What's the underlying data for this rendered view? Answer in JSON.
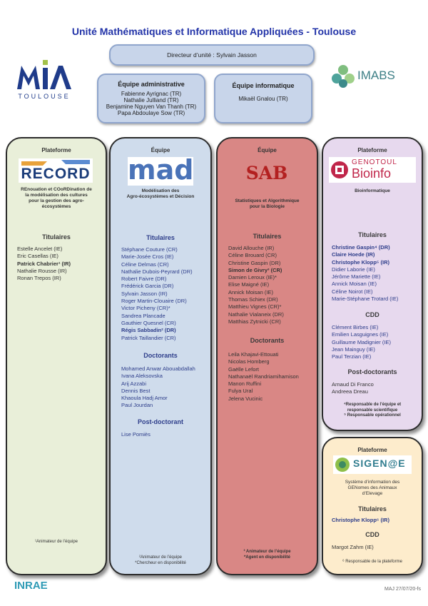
{
  "title": "Unité Mathématiques et Informatique Appliquées - Toulouse",
  "directeur": {
    "label": "Directeur d’unité",
    "name": ": Sylvain Jasson"
  },
  "logos": {
    "mia_text": "TOULOUSE",
    "imabs": "IMABS",
    "record": "RECORD",
    "mad": "mad",
    "sab": "SAB",
    "genotoul_top": "GENOTOUL",
    "genotoul_bottom": "Bioinfo",
    "sigenae": "SIGEN@E",
    "inrae": "INRAE"
  },
  "admin": {
    "heading": "Équipe administrative",
    "members": [
      "Fabienne Ayrignac (TR)",
      "Nathalie Julliand (TR)",
      "Benjamine Nguyen Van Thanh (TR)",
      "Papa Abdoulaye Sow (TR)"
    ]
  },
  "info": {
    "heading": "Équipe informatique",
    "members": [
      "Mikaël Gnalou (TR)"
    ]
  },
  "record": {
    "type": "Plateforme",
    "desc": [
      "REnouation et COoRDination de",
      "la modélisation des cultures",
      "pour la gestion des agro-",
      "écosystèmes"
    ],
    "titulaires_heading": "Titulaires",
    "titulaires": [
      {
        "n": "Estelle Ancelet (IE)",
        "b": false
      },
      {
        "n": "Eric Casellas (IE)",
        "b": false
      },
      {
        "n": "Patrick Chabrier¹ (IR)",
        "b": true
      },
      {
        "n": "Nathalie Rousse (IR)",
        "b": false
      },
      {
        "n": "Ronan Trepos (IR)",
        "b": false
      }
    ],
    "footnote": "¹Animateur de l’équipe"
  },
  "mad": {
    "type": "Équipe",
    "desc": [
      "Modélisation des",
      "Agro-écosystèmes et Décision"
    ],
    "titulaires_heading": "Titulaires",
    "titulaires": [
      {
        "n": "Stéphane Couture (CR)",
        "b": false
      },
      {
        "n": "Marie-Josée Cros (IE)",
        "b": false
      },
      {
        "n": "Céline Delmas (CR)",
        "b": false
      },
      {
        "n": "Nathalie Dubois-Peyrard (DR)",
        "b": false
      },
      {
        "n": "Robert Faivre (DR)",
        "b": false
      },
      {
        "n": "Frédérick Garcia (DR)",
        "b": false
      },
      {
        "n": "Sylvain Jasson (IR)",
        "b": false
      },
      {
        "n": "Roger Martin-Clouaire (DR)",
        "b": false
      },
      {
        "n": "Victor Picheny (CR)*",
        "b": false
      },
      {
        "n": "Sandrea Plancade",
        "b": false
      },
      {
        "n": "Gauthier Quesnel (CR)",
        "b": false
      },
      {
        "n": "Régis Sabbadin² (DR)",
        "b": true
      },
      {
        "n": "Patrick Taillandier (CR)",
        "b": false
      }
    ],
    "doctorants_heading": "Doctorants",
    "doctorants": [
      "Mohamed Anwar Abouabdallah",
      "Ivana Aleksovska",
      "Arij Azzabi",
      "Dennis Best",
      "Khaoula Hadj Amor",
      "Paul Jourdan"
    ],
    "postdoc_heading": "Post-doctorant",
    "postdocs": [
      "Lise Pomiès"
    ],
    "footnote": [
      "²Animateur de l’équipe",
      "*Chercheur en disponibilité"
    ]
  },
  "sab": {
    "type": "Équipe",
    "desc": [
      "Statistiques et Algorithmique",
      "pour la Biologie"
    ],
    "titulaires_heading": "Titulaires",
    "titulaires": [
      {
        "n": "David Allouche (IR)",
        "b": false
      },
      {
        "n": "Céline Brouard (CR)",
        "b": false
      },
      {
        "n": "Christine Gaspin (DR)",
        "b": false
      },
      {
        "n": "Simon de Givry³ (CR)",
        "b": true
      },
      {
        "n": "Damien Leroux (IE)*",
        "b": false
      },
      {
        "n": "Elise Maigné (IE)",
        "b": false
      },
      {
        "n": "Annick Moisan (IE)",
        "b": false
      },
      {
        "n": "Thomas Schiex (DR)",
        "b": false
      },
      {
        "n": "Matthieu Vignes (CR)*",
        "b": false
      },
      {
        "n": "Nathalie Vialaneix (DR)",
        "b": false
      },
      {
        "n": "Matthias Zytnicki (CR)",
        "b": false
      }
    ],
    "doctorants_heading": "Doctorants",
    "doctorants": [
      "Leila Khajavi-Ettouati",
      "Nicolas Homberg",
      "Gaëlle Lefort",
      "Nathanaël Randriamihamison",
      "Manon Ruffini",
      "Fulya Ural",
      "Jelena Vucinic"
    ],
    "footnote": [
      "³ Animateur de l’équipe",
      "*Agent en disponibilité"
    ]
  },
  "genotoul": {
    "type": "Plateforme",
    "desc": [
      "Bioinformatique"
    ],
    "titulaires_heading": "Titulaires",
    "titulaires": [
      {
        "n": "Christine Gaspin⁴ (DR)",
        "b": true
      },
      {
        "n": "Claire Hoede (IR)",
        "b": true
      },
      {
        "n": "Christophe Klopp⁵ (IR)",
        "b": true
      },
      {
        "n": "Didier Laborie (IE)",
        "b": false
      },
      {
        "n": "Jérôme Mariette (IE)",
        "b": false
      },
      {
        "n": "Annick Moisan (IE)",
        "b": false
      },
      {
        "n": "Céline Noirot (IE)",
        "b": false
      },
      {
        "n": "Marie-Stéphane Trotard (IE)",
        "b": false
      }
    ],
    "cdd_heading": "CDD",
    "cdd": [
      "Clément Birbes (IE)",
      "Emilien Lasguignes (IE)",
      "Guillaume Madignier (IE)",
      "Jean Mainguy (IE)",
      "Paul Terzian (IE)"
    ],
    "postdoc_heading": "Post-doctorants",
    "postdocs": [
      "Arnaud Di Franco",
      "Andreea Dreau"
    ],
    "footnote": [
      "⁴Responsable de l’équipe et",
      "responsable scientifique",
      "⁵ Responsable opérationnel"
    ]
  },
  "sigenae": {
    "type": "Plateforme",
    "desc": [
      "Système d’information des",
      "GENomes des Animaux",
      "d’Elevage"
    ],
    "titulaires_heading": "Titulaires",
    "titulaires": [
      {
        "n": "Christophe Klopp⁶ (IR)",
        "b": true
      }
    ],
    "cdd_heading": "CDD",
    "cdd": [
      "Margot Zahm (IE)"
    ],
    "footnote": "⁶ Responsable de la plateforme"
  },
  "maj": "MAJ 27/07/20-fs",
  "colors": {
    "title": "#2233a8",
    "record_bg": "#e9efd9",
    "mad_bg": "#cfdcec",
    "sab_bg": "#d98785",
    "genotoul_bg": "#e7d9ee",
    "sigenae_bg": "#fdeccc"
  }
}
